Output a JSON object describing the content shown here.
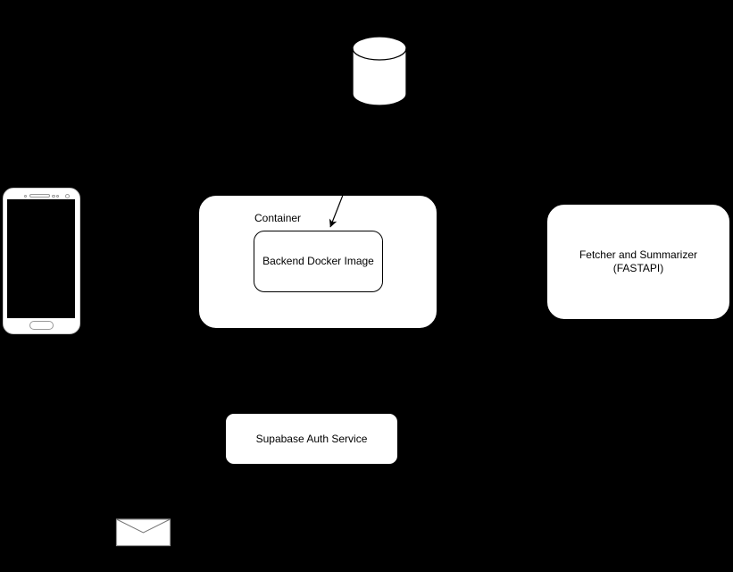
{
  "canvas": {
    "background": "#000000"
  },
  "nodes": {
    "container": {
      "label": "Container"
    },
    "backend": {
      "label": "Backend Docker Image"
    },
    "fetcher": {
      "lines": [
        "Fetcher and Summarizer",
        "(FASTAPI)"
      ]
    },
    "supabase": {
      "label": "Supabase Auth Service"
    },
    "database": {
      "icon": "database-cylinder-icon"
    },
    "phone": {
      "icon": "smartphone-icon"
    },
    "envelope": {
      "icon": "envelope-icon"
    }
  },
  "colors": {
    "background": "#000000",
    "node_fill": "#ffffff",
    "stroke": "#000000",
    "text": "#000000",
    "detail_stroke": "#999999"
  }
}
